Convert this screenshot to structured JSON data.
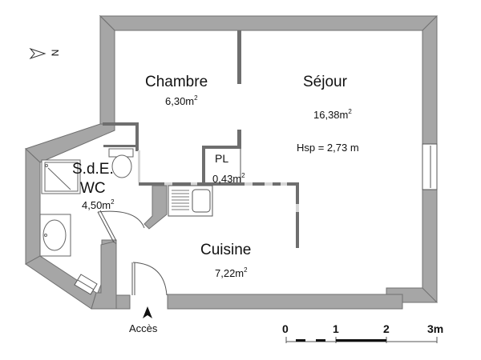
{
  "compass": {
    "icon": "north-arrow-icon",
    "label": "N"
  },
  "rooms": {
    "chambre": {
      "name": "Chambre",
      "area": "6,30m",
      "unit_sup": "2"
    },
    "sejour": {
      "name": "Séjour",
      "area": "16,38m",
      "unit_sup": "2",
      "ceiling": "Hsp = 2,73 m"
    },
    "sde": {
      "name_line1": "S.d.E.",
      "name_line2": "WC",
      "area": "4,50m",
      "unit_sup": "2"
    },
    "placard": {
      "name": "PL",
      "area": "0,43m",
      "unit_sup": "2"
    },
    "cuisine": {
      "name": "Cuisine",
      "area": "7,22m",
      "unit_sup": "2"
    }
  },
  "entrance": {
    "icon": "entrance-arrow-icon",
    "label": "Accès"
  },
  "scale_bar": {
    "ticks": [
      "0",
      "1",
      "2",
      "3m"
    ]
  },
  "colors": {
    "wall": "#a6a6a6",
    "wall_edge": "#707070",
    "partition": "#6e6e6e",
    "line": "#555555"
  }
}
